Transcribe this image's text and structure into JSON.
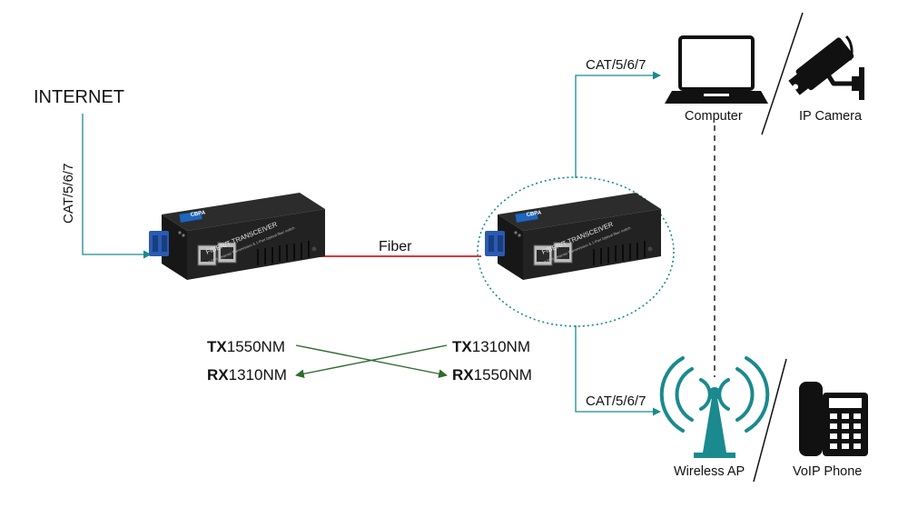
{
  "labels": {
    "internet": "INTERNET",
    "cat_left": "CAT/5/6/7",
    "cat_computer": "CAT/5/6/7",
    "cat_ap": "CAT/5/6/7",
    "fiber": "Fiber",
    "computer": "Computer",
    "ip_camera": "IP Camera",
    "wireless_ap": "Wireless AP",
    "voip_phone": "VoIP Phone"
  },
  "device": {
    "brand": "CBPA",
    "title": "FIBER/T TRANSCEIVER",
    "subtitle": "2-Port Ethernet Transmission & 1-Port Optical fiber switch"
  },
  "wavelengths": {
    "tx_left": {
      "prefix": "TX",
      "value": "1550NM"
    },
    "rx_left": {
      "prefix": "RX",
      "value": "1310NM"
    },
    "tx_right": {
      "prefix": "TX",
      "value": "1310NM"
    },
    "rx_right": {
      "prefix": "RX",
      "value": "1550NM"
    }
  },
  "colors": {
    "connector": "#1a8a8f",
    "fiber": "#d93a3a",
    "arrows": "#2e6b2e",
    "icon_dark": "#111111"
  }
}
